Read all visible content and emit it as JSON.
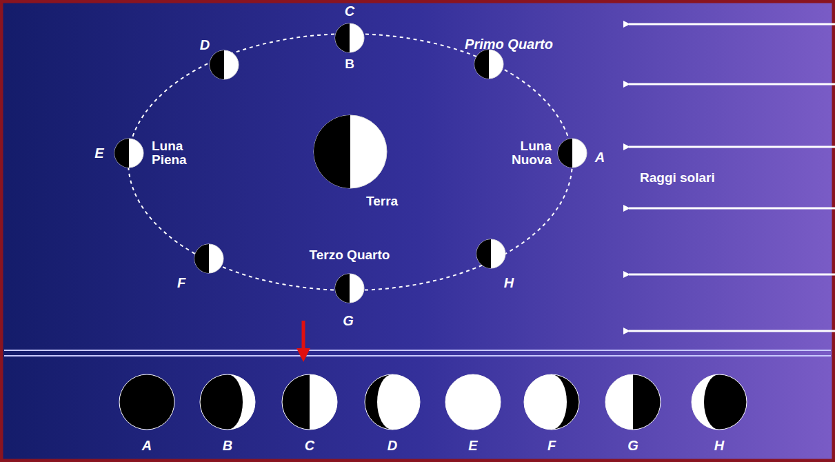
{
  "diagram": {
    "labels": [
      "C",
      "D",
      "Primo Quarto",
      "B",
      "E",
      "Luna Piena",
      "Terra",
      "Luna Nuova",
      "A",
      "Raggi solari",
      "Terzo Quarto",
      "F",
      "H",
      "G",
      "A",
      "B",
      "C",
      "D",
      "E",
      "F",
      "G",
      "H"
    ]
  }
}
